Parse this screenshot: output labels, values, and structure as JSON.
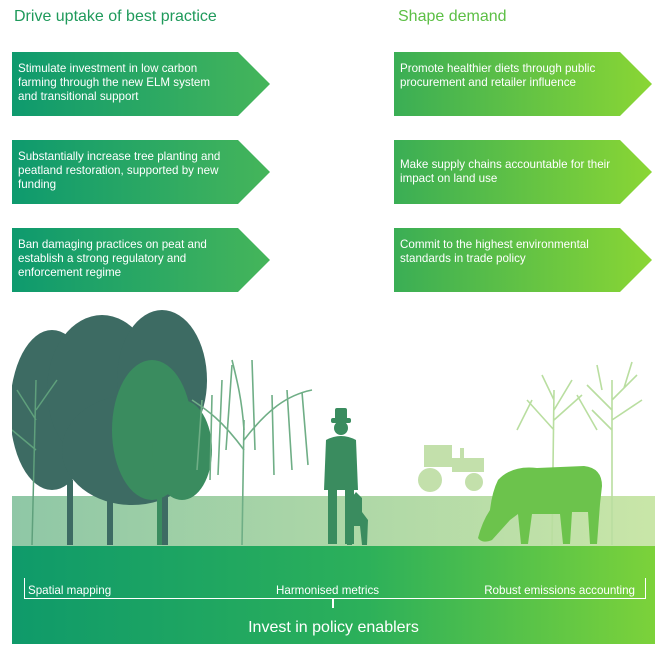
{
  "headings": {
    "left": "Drive uptake of best practice",
    "right": "Shape demand"
  },
  "left_boxes": [
    "Stimulate investment in low carbon farming through the new ELM system and transitional support",
    "Substantially increase tree planting and peatland restoration, supported by new funding",
    "Ban damaging practices on peat and establish a strong regulatory and enforcement regime"
  ],
  "right_boxes": [
    "Promote healthier diets through public procurement and retailer influence",
    "Make supply chains accountable for their impact on land use",
    "Commit to the highest environmental standards in trade policy"
  ],
  "enablers": {
    "items": [
      "Spatial mapping",
      "Harmonised metrics",
      "Robust emissions accounting"
    ],
    "label": "Invest in policy enablers"
  },
  "colors": {
    "left_arrow_start": "#0e9a6e",
    "left_arrow_end": "#45b55a",
    "right_arrow_start": "#3aae55",
    "right_arrow_end": "#8ad634",
    "band_start": "#0f9a6a",
    "band_end": "#7cd23a"
  }
}
